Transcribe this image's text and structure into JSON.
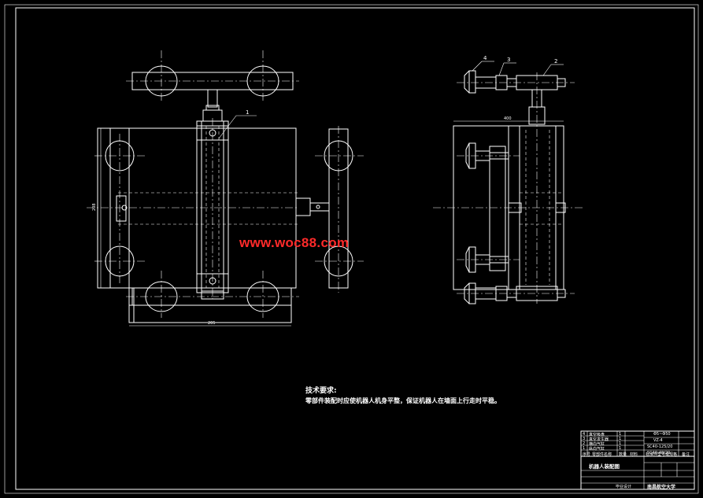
{
  "technical_requirements": {
    "title": "技术要求:",
    "text": "零部件装配时应使机器人机身平整，保证机器人在墙面上行走时平稳。"
  },
  "watermark": "www.woc88.com",
  "part_balloons": [
    "1",
    "2",
    "3",
    "4"
  ],
  "dimensions": {
    "front_height": "208",
    "front_width": "205",
    "side_width": "400"
  },
  "title_block": {
    "drawing_title": "机器人装配图",
    "university": "南昌航空大学",
    "design_note": "毕业设计",
    "rows": [
      {
        "no": "4",
        "name": "真空吸盘",
        "qty": "1",
        "note": "Φ5~Φ50"
      },
      {
        "no": "3",
        "name": "真空发生器",
        "qty": "1",
        "note": "VZ-4"
      },
      {
        "no": "2",
        "name": "横向气缸",
        "qty": "1",
        "note": "SC40-125/20"
      },
      {
        "no": "1",
        "name": "纵向气缸",
        "qty": "1",
        "note": "SC40-40/20"
      }
    ],
    "header": {
      "no": "序号",
      "name": "零部件名称",
      "qty": "数量",
      "material": "材料",
      "code": "标准件型号或规格",
      "remark": "备注"
    }
  }
}
